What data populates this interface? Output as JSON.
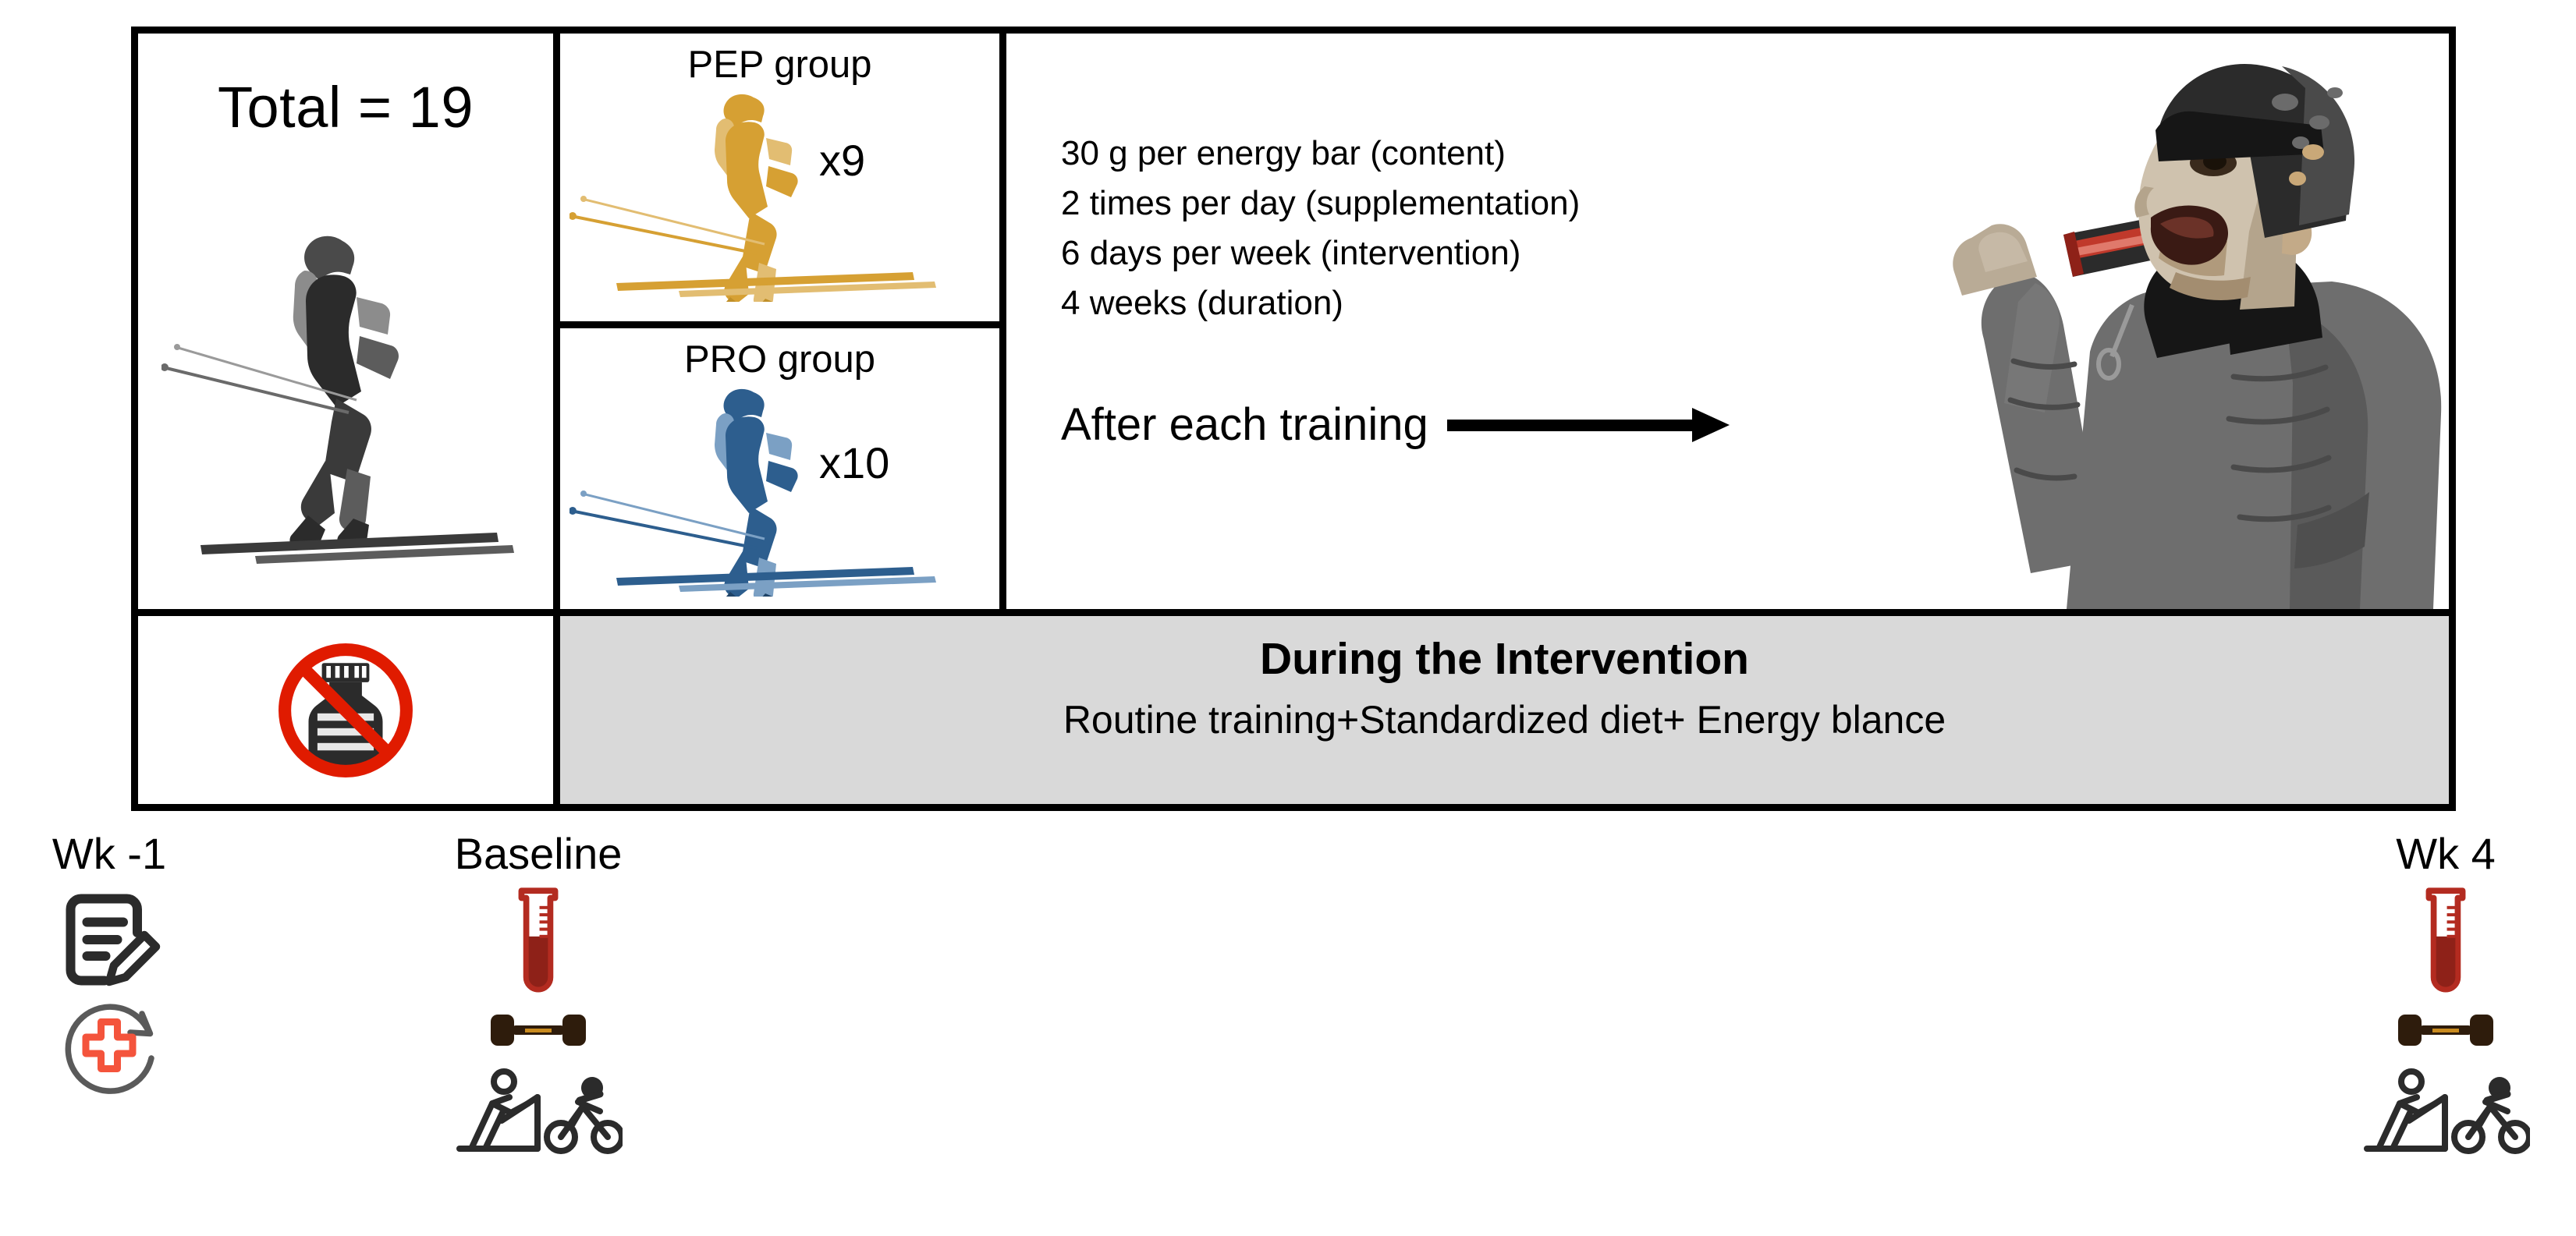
{
  "study": {
    "enrollment": {
      "total_label": "Total = 19",
      "skier_icon": "cross-country-skier-photo-grayscale"
    },
    "groups": [
      {
        "name": "PEP group",
        "count_label": "x9",
        "color": "#d6a033",
        "skier_icon": "cross-country-skier-photo-gold"
      },
      {
        "name": "PRO group",
        "count_label": "x10",
        "color": "#2d5e8e",
        "skier_icon": "cross-country-skier-photo-blue"
      }
    ],
    "intervention_details": [
      "30 g per energy bar (content)",
      "2 times per day (supplementation)",
      "6 days per week (intervention)",
      "4 weeks (duration)"
    ],
    "timing": {
      "label": "After each training",
      "arrow_icon": "right-arrow-icon",
      "athlete_icon": "athlete-eating-energy-bar-photo"
    },
    "no_supplement": {
      "icon": "no-supplement-prohibition-icon",
      "prohibition_color": "#e01b00",
      "jar_color": "#2b2b2b"
    },
    "banner": {
      "title": "During the Intervention",
      "subtitle": "Routine training+Standardized diet+ Energy blance",
      "background_color": "#d9d9d9"
    }
  },
  "timeline": [
    {
      "label": "Wk -1",
      "icons": [
        "questionnaire-edit-icon",
        "medical-check-refresh-icon"
      ]
    },
    {
      "label": "Baseline",
      "icons": [
        "blood-sample-tube-icon",
        "dumbbell-icon",
        "skier-cyclist-test-icon"
      ]
    },
    {
      "label": "Wk 4",
      "icons": [
        "blood-sample-tube-icon",
        "dumbbell-icon",
        "skier-cyclist-test-icon"
      ]
    }
  ],
  "colors": {
    "pep": "#d6a033",
    "pro": "#2d5e8e",
    "blood": "#8e2118",
    "tube_outline": "#b32b20",
    "medical_cross": "#f4543c",
    "prohibition_red": "#e01b00",
    "banner_grey": "#d9d9d9"
  }
}
